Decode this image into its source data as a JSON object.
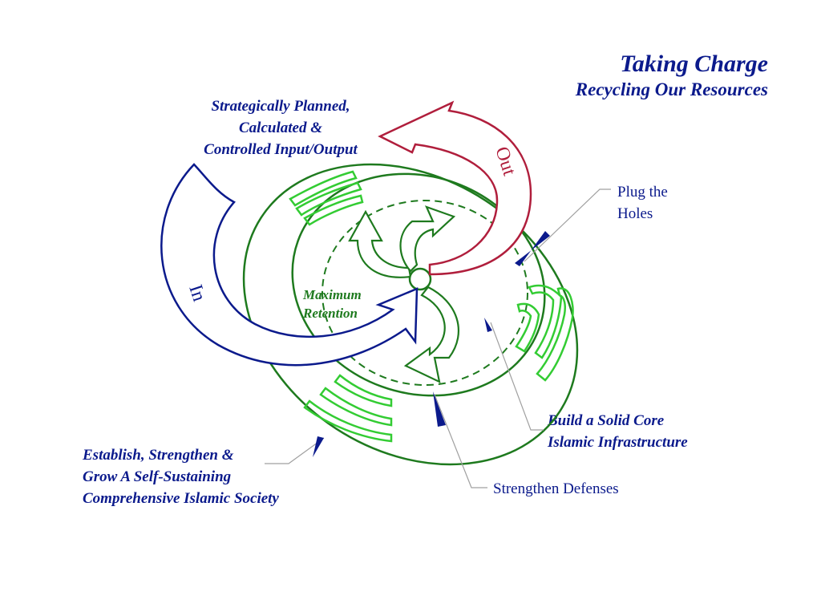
{
  "title": "Taking Charge",
  "subtitle": "Recycling Our Resources",
  "labels": {
    "input_output": [
      "Strategically Planned,",
      "Calculated &",
      "Controlled Input/Output"
    ],
    "plug_holes": [
      "Plug the",
      "Holes"
    ],
    "maximum_retention": [
      "Maximum",
      "Retention"
    ],
    "build_core": [
      "Build a Solid Core",
      "Islamic Infrastructure"
    ],
    "strengthen_defenses": "Strengthen Defenses",
    "establish": [
      "Establish, Strengthen &",
      "Grow A Self-Sustaining",
      "Comprehensive Islamic Society"
    ],
    "in_arrow": "In",
    "out_arrow": "Out"
  },
  "colors": {
    "title": "#0b1a8c",
    "outer_ring": "#1e7a1e",
    "segments": "#33cc33",
    "in_arrow": "#0b1a8c",
    "out_arrow": "#b01e3c",
    "callout_line": "#a0a0a0"
  }
}
